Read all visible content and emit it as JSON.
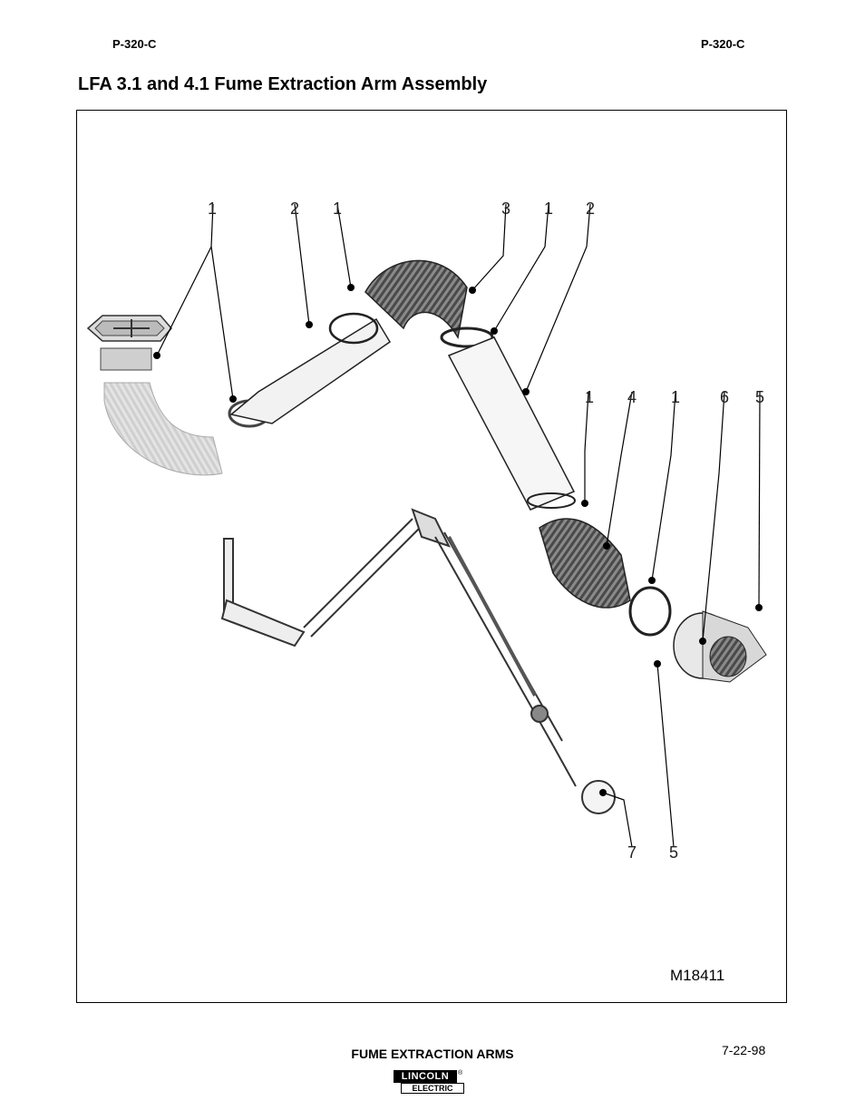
{
  "header": {
    "left_code": "P-320-C",
    "right_code": "P-320-C"
  },
  "title": "LFA 3.1 and 4.1 Fume Extraction Arm Assembly",
  "figure": {
    "callouts": [
      "1",
      "2",
      "1",
      "3",
      "1",
      "2",
      "1",
      "4",
      "1",
      "6",
      "5",
      "7",
      "5"
    ],
    "figure_id": "M18411"
  },
  "footer": {
    "title": "FUME EXTRACTION ARMS",
    "date": "7-22-98",
    "logo_top": "LINCOLN",
    "logo_bottom": "ELECTRIC",
    "logo_reg": "®"
  }
}
